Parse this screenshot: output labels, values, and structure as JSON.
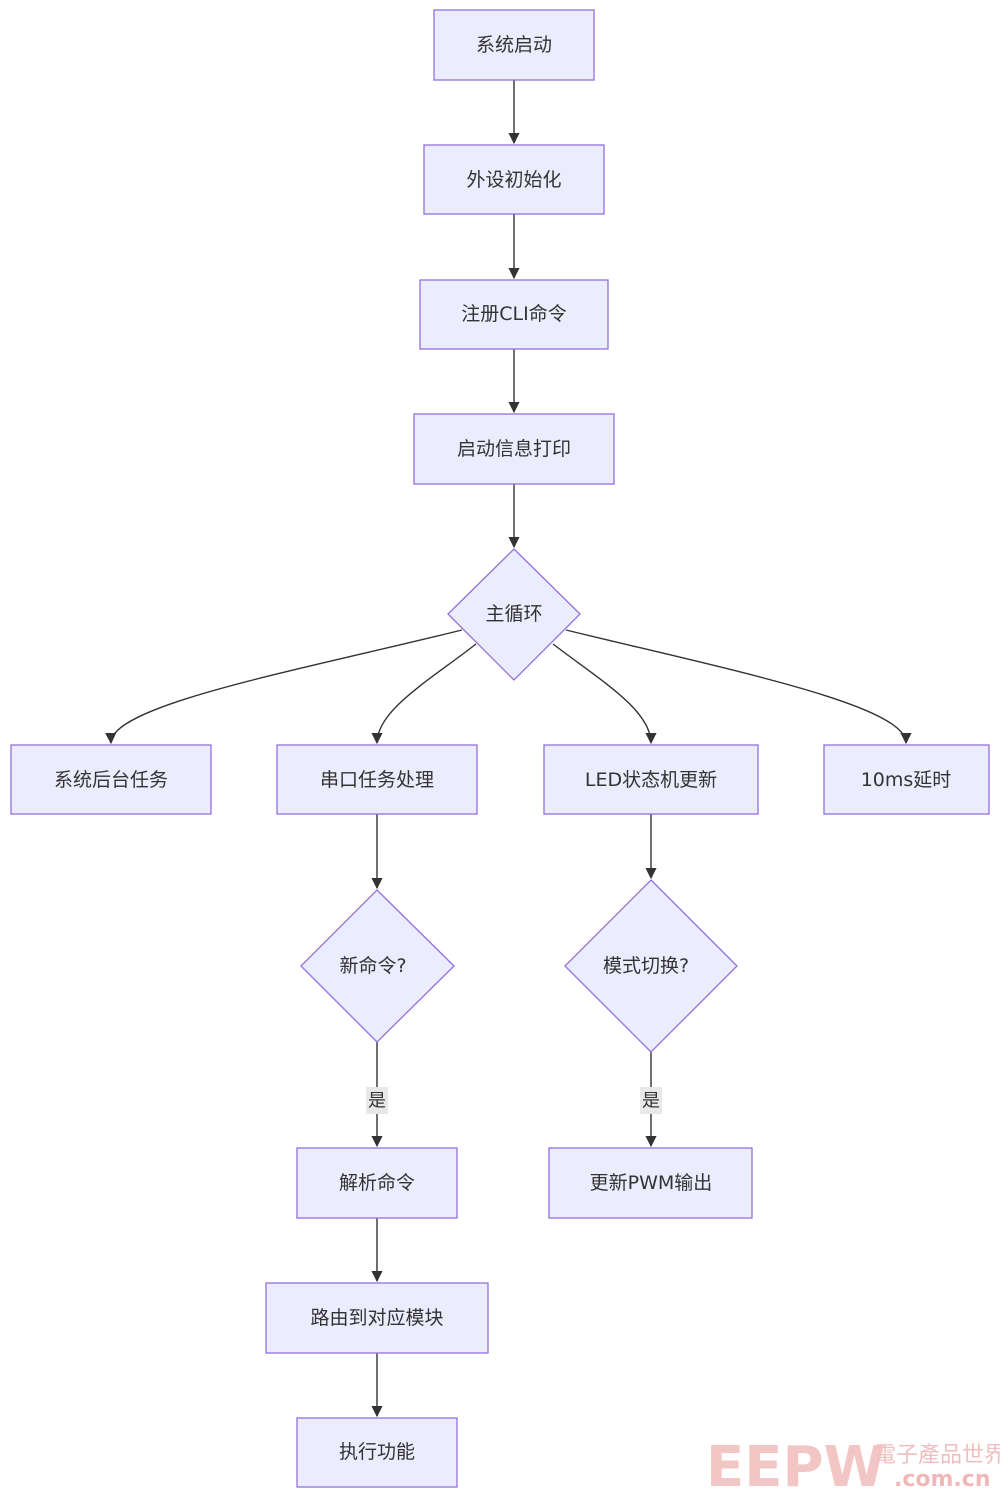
{
  "nodes": {
    "start": "系统启动",
    "init": "外设初始化",
    "register": "注册CLI命令",
    "banner": "启动信息打印",
    "main_loop": "主循环",
    "background": "系统后台任务",
    "uart": "串口任务处理",
    "led": "LED状态机更新",
    "delay": "10ms延时",
    "new_cmd": "新命令?",
    "mode_switch": "模式切换?",
    "parse": "解析命令",
    "pwm": "更新PWM输出",
    "route": "路由到对应模块",
    "execute": "执行功能"
  },
  "edge_labels": {
    "new_cmd_yes": "是",
    "mode_switch_yes": "是"
  },
  "watermark": {
    "brand": "EEPW",
    "cn": "電子產品世界",
    "url": ".com.cn"
  }
}
